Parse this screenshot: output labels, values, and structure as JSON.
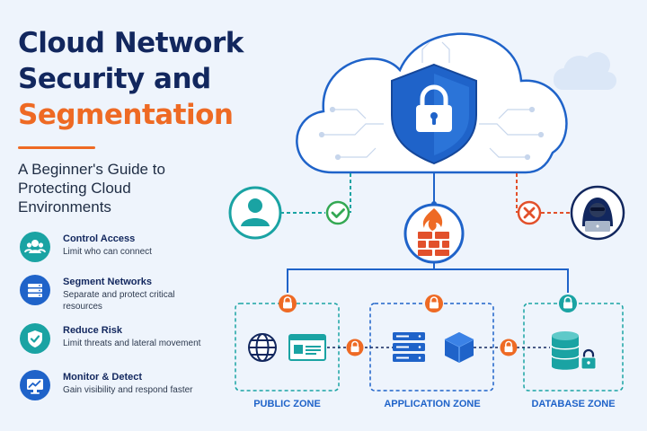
{
  "title": {
    "line1": "Cloud Network",
    "line2": "Security and",
    "line3": "Segmentation"
  },
  "subtitle": "A Beginner's Guide to Protecting Cloud Environments",
  "features": [
    {
      "title": "Control Access",
      "desc": "Limit who can connect",
      "icon": "users-icon",
      "color": "#1aa3a3"
    },
    {
      "title": "Segment Networks",
      "desc": "Separate and protect critical resources",
      "icon": "server-stack-icon",
      "color": "#1f63c9"
    },
    {
      "title": "Reduce Risk",
      "desc": "Limit threats and lateral movement",
      "icon": "shield-check-icon",
      "color": "#1aa3a3"
    },
    {
      "title": "Monitor & Detect",
      "desc": "Gain visibility and respond faster",
      "icon": "monitor-chart-icon",
      "color": "#1f63c9"
    }
  ],
  "zones": [
    {
      "label": "PUBLIC ZONE",
      "color": "#1aa3a3"
    },
    {
      "label": "APPLICATION ZONE",
      "color": "#1f63c9"
    },
    {
      "label": "DATABASE ZONE",
      "color": "#1aa3a3"
    }
  ],
  "colors": {
    "navy": "#12275e",
    "orange": "#ee6a24",
    "blue": "#1f63c9",
    "teal": "#1aa3a3",
    "green": "#34a853",
    "red": "#e2502b"
  }
}
